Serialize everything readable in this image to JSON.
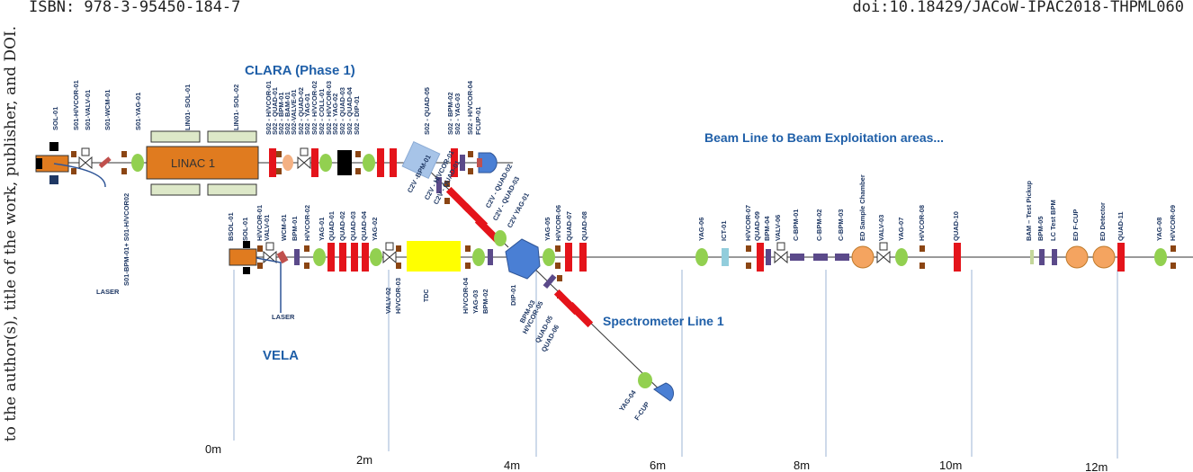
{
  "header": {
    "isbn": "ISBN: 978-3-95450-184-7",
    "doi": "doi:10.18429/JACoW-IPAC2018-THPML060",
    "side_text": "to the author(s), title of the work, publisher, and DOI."
  },
  "diagram": {
    "titles": {
      "clara": "CLARA (Phase 1)",
      "vela": "VELA",
      "beam_line": "Beam Line to Beam Exploitation areas...",
      "spectrometer": "Spectrometer Line 1",
      "linac": "LINAC 1",
      "tdc": "TDC"
    },
    "laser_labels": [
      "LASER",
      "LASER"
    ],
    "s01_bottom_label": "S01-BPM-01+ S01-H/VCOR02",
    "distance_labels": [
      "0m",
      "2m",
      "4m",
      "6m",
      "8m",
      "10m",
      "12m"
    ],
    "clara_components": [
      "SOL-01",
      "S01-H/VCOR-01",
      "S01-VALV-01",
      "S01-WCM-01",
      "S01-YAG-01",
      "LIN01- SOL-01",
      "LIN01- SOL-02",
      "S02 - H/VCOR-01",
      "S02 - QUAD-01",
      "S02 - BPM-01",
      "S02 - BAM-01",
      "S02-VALVE-01",
      "S02 - QUAD-02",
      "S02 - YAG-01",
      "S02 - H/VCOR-02",
      "S02 - COLL-01",
      "S02 - H/VCOR-03",
      "S02 - YAG-02",
      "S02 - QUAD-03",
      "S02 - QUAD-04",
      "S02 - DIP-01",
      "S02 - QUAD-05",
      "S02 - BPM-02",
      "S02 - YAG-03",
      "S02 - H/VCOR-04",
      "FCUP-01"
    ],
    "c2v_components": [
      "C2V -BPM-01",
      "C2V - H/VCOR-01",
      "C2V - QUAD-01",
      "C2V - QUAD-02",
      "C2V - QUAD-03",
      "C2V YAG-01"
    ],
    "vela_components": [
      "BSOL-01",
      "SOL-01",
      "H/VCOR-01",
      "VALV-01",
      "WCM-01",
      "BPM-01",
      "H/VCOR-02",
      "YAG-01",
      "QUAD-01",
      "QUAD-02",
      "QUAD-03",
      "QUAD-04",
      "YAG-02"
    ],
    "vela_lower_components": [
      "VALV-02",
      "H/VCOR-03",
      "H/VCOR-04",
      "YAG-03",
      "BPM-02",
      "DIP-01"
    ],
    "after_dip_components": [
      "YAG-05",
      "H/VCOR-06",
      "QUAD-07",
      "QUAD-08"
    ],
    "spectrometer_components": [
      "BPM-03",
      "H/VCOR-05",
      "QUAD-05",
      "QUAD-06"
    ],
    "spectrometer_end_components": [
      "YAG-04",
      "F-CUP"
    ],
    "beamline_components": [
      "YAG-06",
      "ICT-01",
      "H/VCOR-07",
      "QUAD-09",
      "BPM-04",
      "VALV-06",
      "C-BPM-01",
      "C-BPM-02",
      "C-BPM-03",
      "ED Sample Chamber",
      "VALV-03",
      "YAG-07",
      "H/VCOR-08",
      "QUAD-10",
      "BAM – Test Pickup",
      "BPM-05",
      "LC Test BPM",
      "ED F-CUP",
      "ED Detector",
      "QUAD-11",
      "YAG-08",
      "H/VCOR-09"
    ],
    "colors": {
      "title_blue": "#1f5fa8",
      "label_navy": "#1f3864",
      "quad_red": "#e4141b",
      "yag_green": "#92d050",
      "corrector_brown": "#8b4513",
      "bpm_purple": "#5b4a8a",
      "tdc_yellow": "#ffff00",
      "dipole_blue": "#4a7fd4",
      "chamber_orange": "#f4a460",
      "gun_orange": "#e07b1f"
    }
  }
}
